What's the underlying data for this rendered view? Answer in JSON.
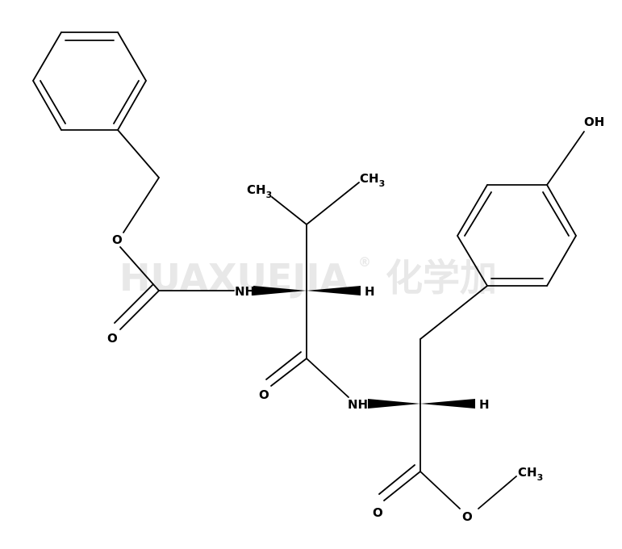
{
  "watermark": {
    "brand": "HUAXUEJIA",
    "registered": "®",
    "chinese": "化学加"
  },
  "atoms": {
    "oh": "OH",
    "ch3_left": "CH",
    "ch3_left_sub": "3",
    "ch3_right": "CH",
    "ch3_right_sub": "3",
    "o_ester_link": "O",
    "o_carbamate_carbonyl": "O",
    "nh_valine": "NH",
    "h_valine": "H",
    "o_amide": "O",
    "nh_tyrosine": "NH",
    "h_tyrosine": "H",
    "o_ester_carbonyl": "O",
    "o_methoxy": "O",
    "ch3_methyl": "CH",
    "ch3_methyl_sub": "3"
  }
}
